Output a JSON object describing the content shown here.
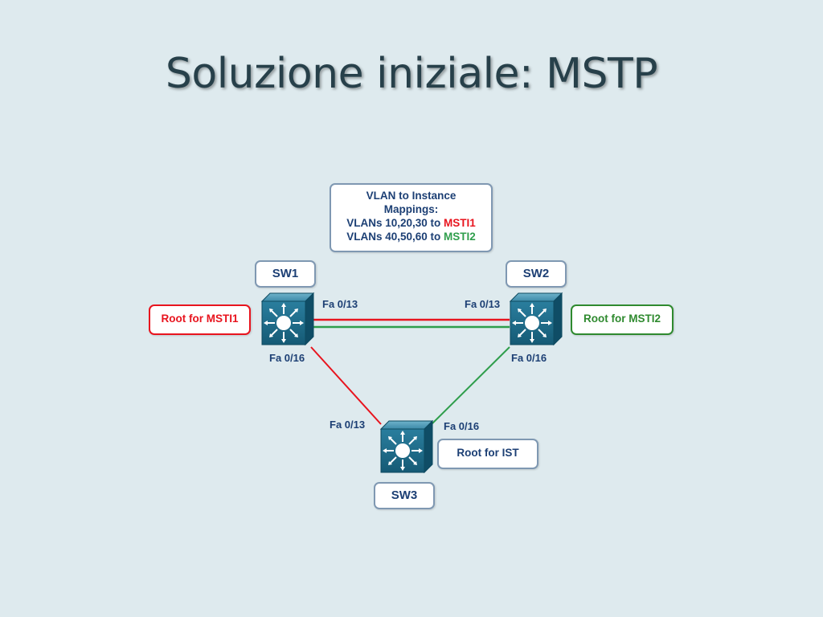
{
  "slide": {
    "title": "Soluzione iniziale: MSTP"
  },
  "mapping": {
    "line1": "VLAN to Instance",
    "line2": "Mappings:",
    "line3_prefix": "VLANs 10,20,30 to ",
    "line3_instance": "MSTI1",
    "line4_prefix": "VLANs 40,50,60 to ",
    "line4_instance": "MSTI2"
  },
  "switches": {
    "sw1": "SW1",
    "sw2": "SW2",
    "sw3": "SW3"
  },
  "roots": {
    "sw1": "Root for MSTI1",
    "sw2": "Root for MSTI2",
    "sw3": "Root for IST"
  },
  "ports": {
    "sw1_to_sw2": "Fa 0/13",
    "sw2_to_sw1": "Fa 0/13",
    "sw1_to_sw3": "Fa 0/16",
    "sw2_to_sw3": "Fa 0/16",
    "sw3_to_sw1": "Fa 0/13",
    "sw3_to_sw2": "Fa 0/16"
  },
  "colors": {
    "msti1": "#e8141e",
    "msti2": "#2f9e4c",
    "switch_body": "#1c6f8c",
    "background": "#deeaee"
  },
  "icons": [
    "multilayer-switch-icon"
  ]
}
